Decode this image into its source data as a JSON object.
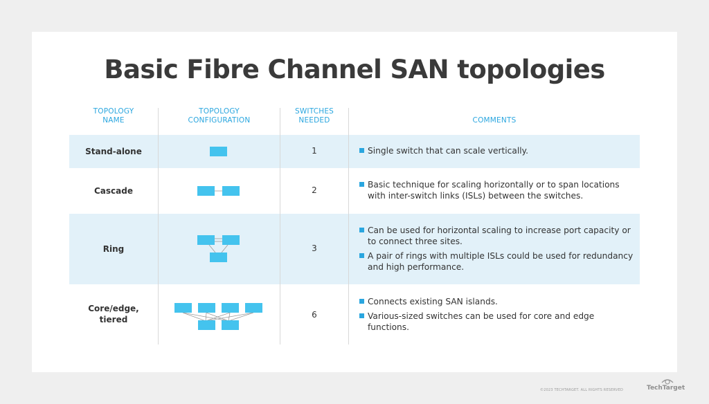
{
  "title": "Basic Fibre Channel SAN topologies",
  "headers": {
    "name": [
      "TOPOLOGY",
      "NAME"
    ],
    "config": [
      "TOPOLOGY",
      "CONFIGURATION"
    ],
    "switches": [
      "SWITCHES",
      "NEEDED"
    ],
    "comments": "COMMENTS"
  },
  "rows": [
    {
      "name": [
        "Stand-alone"
      ],
      "switches": "1",
      "comments": [
        "Single switch that can scale vertically."
      ]
    },
    {
      "name": [
        "Cascade"
      ],
      "switches": "2",
      "comments": [
        "Basic technique for scaling horizontally or to span locations with inter-switch links (ISLs) between the switches."
      ]
    },
    {
      "name": [
        "Ring"
      ],
      "switches": "3",
      "comments": [
        "Can be used for horizontal scaling to increase port capacity or to connect three sites.",
        "A pair of rings with multiple ISLs could be used for redundancy and high performance."
      ]
    },
    {
      "name": [
        "Core/edge,",
        "tiered"
      ],
      "switches": "6",
      "comments": [
        "Connects existing SAN islands.",
        "Various-sized switches can be used for core and edge functions."
      ]
    }
  ],
  "footer": {
    "copyright": "©2023 TECHTARGET. ALL RIGHTS RESERVED",
    "brand": "TechTarget"
  },
  "colors": {
    "accent": "#2aa6df",
    "switch": "#44c3ee",
    "band": "#e2f1f9"
  }
}
